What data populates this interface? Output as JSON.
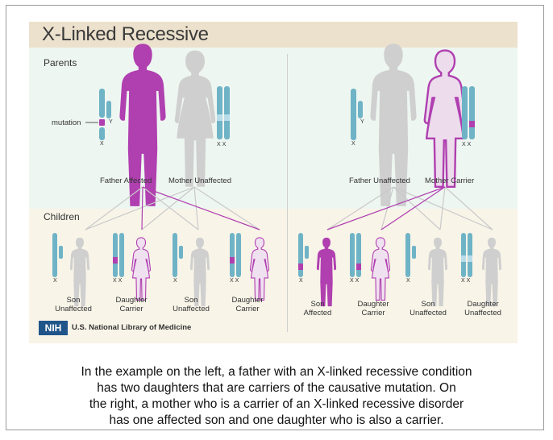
{
  "title": "X-Linked Recessive",
  "parents_label": "Parents",
  "children_label": "Children",
  "mutation_label": "mutation",
  "chrom_x": "X",
  "chrom_y": "Y",
  "chrom_xx": "X X",
  "left": {
    "father": "Father Affected",
    "mother": "Mother Unaffected",
    "children": [
      {
        "line1": "Son",
        "line2": "Unaffected"
      },
      {
        "line1": "Daughter",
        "line2": "Carrier"
      },
      {
        "line1": "Son",
        "line2": "Unaffected"
      },
      {
        "line1": "Daughter",
        "line2": "Carrier"
      }
    ]
  },
  "right": {
    "father": "Father Unaffected",
    "mother": "Mother Carrier",
    "children": [
      {
        "line1": "Son",
        "line2": "Affected"
      },
      {
        "line1": "Daughter",
        "line2": "Carrier"
      },
      {
        "line1": "Son",
        "line2": "Unaffected"
      },
      {
        "line1": "Daughter",
        "line2": "Unaffected"
      }
    ]
  },
  "nih": {
    "badge": "NIH",
    "org": "U.S. National Library of Medicine"
  },
  "colors": {
    "affected": "#b03fb0",
    "unaffected": "#c9c9c9",
    "chromosome": "#6fb3c6",
    "chromosome_light": "#b8dde8"
  },
  "caption": [
    "In the example on the left, a father with an X-linked recessive condition",
    "has two daughters that are carriers of the causative mutation. On",
    "the right, a mother who is a carrier of an X-linked recessive disorder",
    "has one affected son and one daughter who is also a carrier."
  ]
}
